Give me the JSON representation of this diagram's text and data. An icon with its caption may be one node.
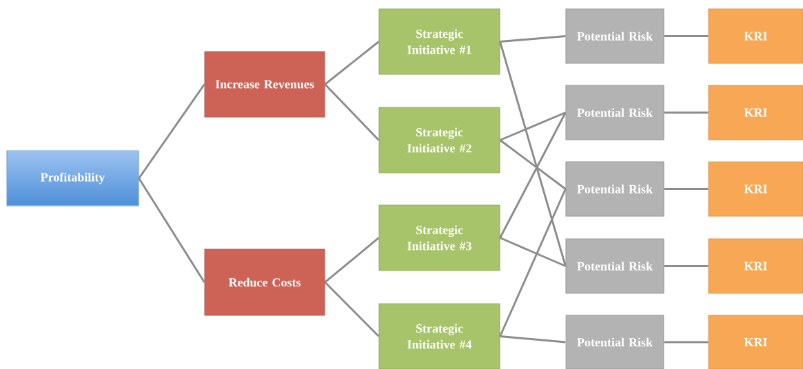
{
  "diagram": {
    "nodes": [
      {
        "text": [
          "Profitability"
        ]
      },
      {
        "text": [
          "Increase Revenues"
        ]
      },
      {
        "text": [
          "Reduce Costs"
        ]
      },
      {
        "text": [
          "Strategic Initiative #1"
        ]
      },
      {
        "text": [
          "Strategic Initiative #2"
        ]
      },
      {
        "text": [
          "Strategic Initiative #3"
        ]
      },
      {
        "text": [
          "Strategic Initiative #4"
        ]
      },
      {
        "text": [
          "Potential Risk"
        ]
      },
      {
        "text": [
          "Potential Risk"
        ]
      },
      {
        "text": [
          "Potential Risk"
        ]
      },
      {
        "text": [
          "Potential Risk"
        ]
      },
      {
        "text": [
          "Potential Risk"
        ]
      },
      {
        "text": [
          "KRI"
        ]
      },
      {
        "text": [
          "KRI"
        ]
      },
      {
        "text": [
          "KRI"
        ]
      },
      {
        "text": [
          "KRI"
        ]
      },
      {
        "text": [
          "KRI"
        ]
      }
    ],
    "edges": [
      {
        "from": 0,
        "to": 1,
        "arrow": "none"
      },
      {
        "from": 0,
        "to": 2,
        "arrow": "none"
      },
      {
        "from": 1,
        "to": 3,
        "arrow": "none"
      },
      {
        "from": 1,
        "to": 4,
        "arrow": "none"
      },
      {
        "from": 2,
        "to": 5,
        "arrow": "none"
      },
      {
        "from": 2,
        "to": 6,
        "arrow": "none"
      },
      {
        "from": 3,
        "to": 7,
        "arrow": "none"
      },
      {
        "from": 3,
        "to": 10,
        "arrow": "none"
      },
      {
        "from": 4,
        "to": 8,
        "arrow": "none"
      },
      {
        "from": 4,
        "to": 9,
        "arrow": "none"
      },
      {
        "from": 5,
        "to": 8,
        "arrow": "none"
      },
      {
        "from": 5,
        "to": 10,
        "arrow": "none"
      },
      {
        "from": 6,
        "to": 9,
        "arrow": "none"
      },
      {
        "from": 6,
        "to": 11,
        "arrow": "none"
      },
      {
        "from": 7,
        "to": 12,
        "arrow": "none"
      },
      {
        "from": 8,
        "to": 13,
        "arrow": "none"
      },
      {
        "from": 9,
        "to": 14,
        "arrow": "none"
      },
      {
        "from": 10,
        "to": 15,
        "arrow": "none"
      },
      {
        "from": 11,
        "to": 16,
        "arrow": "none"
      }
    ]
  }
}
